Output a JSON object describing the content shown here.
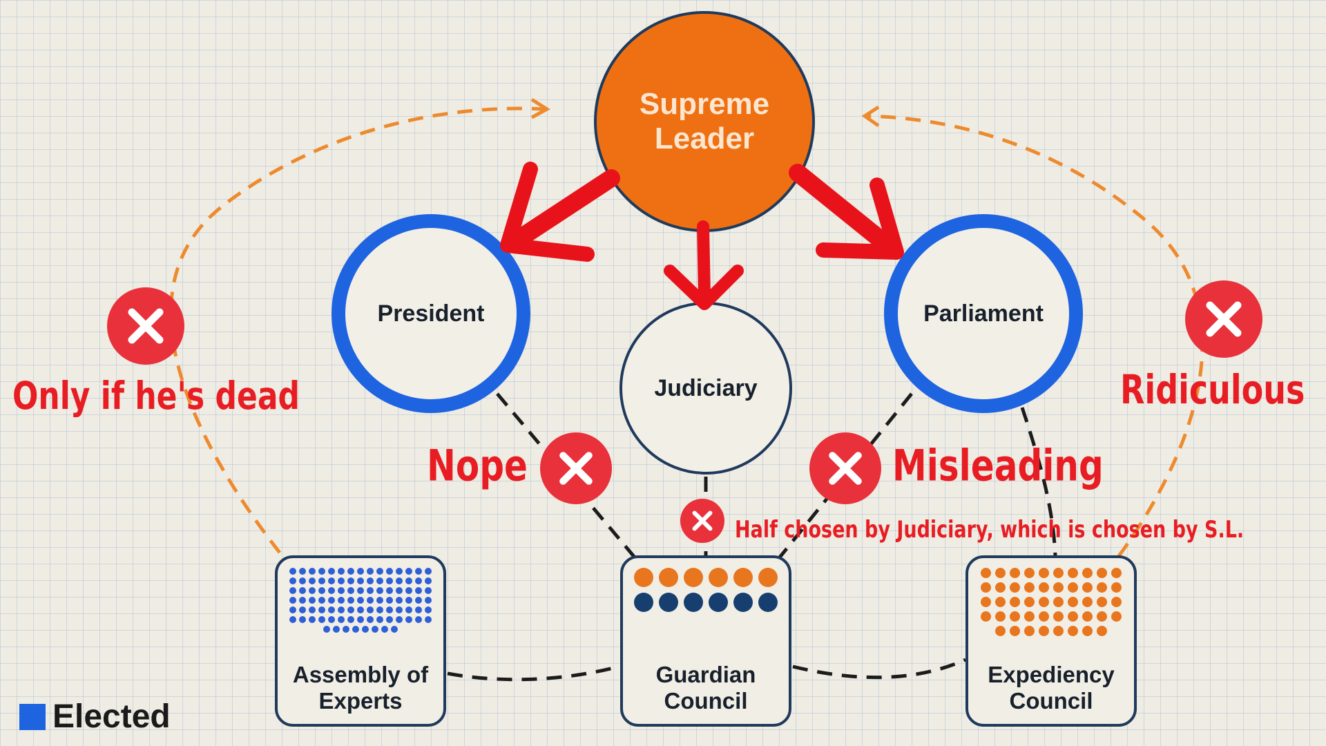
{
  "nodes": {
    "leader": "Supreme Leader",
    "president": "President",
    "judiciary": "Judiciary",
    "parliament": "Parliament",
    "assembly": "Assembly of\nExperts",
    "guardian": "Guardian\nCouncil",
    "expediency": "Expediency\nCouncil"
  },
  "annotations": {
    "dead": "Only if he's dead",
    "nope": "Nope",
    "misleading": "Misleading",
    "ridiculous": "Ridiculous",
    "half": "Half chosen by Judiciary, which is chosen by S.L."
  },
  "legend": {
    "label": "Elected"
  },
  "colors": {
    "leader": "#ee7012",
    "elected": "#1e64e0",
    "outline": "#1f3a5c",
    "annotation": "#e81d23",
    "orange_dot": "#e8761e",
    "navy_dot": "#163f6f",
    "blue_dot": "#2e5fd6"
  },
  "icons": [
    "x-mark-icon",
    "red-arrow-icon"
  ]
}
